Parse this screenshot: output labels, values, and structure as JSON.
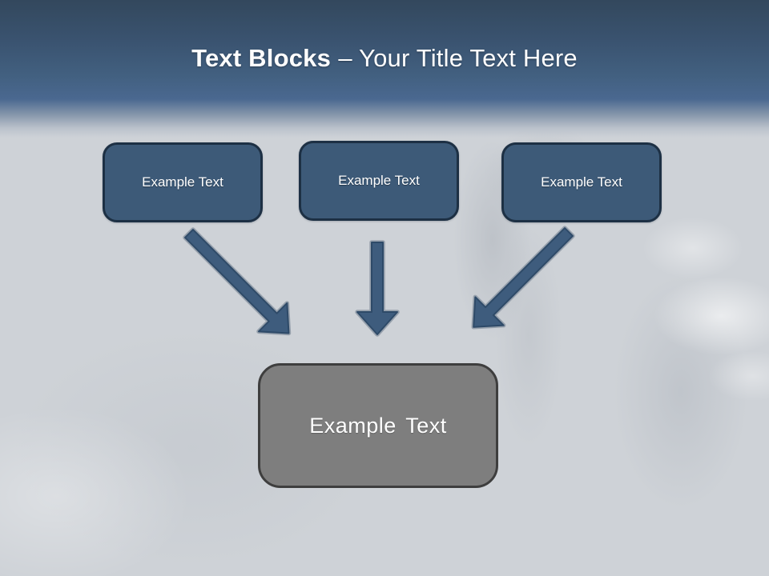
{
  "slide": {
    "title": {
      "bold": "Text Blocks",
      "rest": "– Your Title Text Here"
    },
    "blocks": [
      {
        "label": "Example Text"
      },
      {
        "label": "Example Text"
      },
      {
        "label": "Example Text"
      }
    ],
    "result_block": {
      "label": "Example Text"
    },
    "arrows": [
      {
        "icon": "down-right-arrow-icon"
      },
      {
        "icon": "down-arrow-icon"
      },
      {
        "icon": "down-left-arrow-icon"
      }
    ],
    "colors": {
      "header_top": "#33485d",
      "header_bottom": "#4a6890",
      "block_fill": "#3d5a78",
      "block_border": "#1d3044",
      "arrow_fill": "#3e5c7d",
      "arrow_outline": "#2e4a68",
      "result_fill": "#7e7e7e",
      "result_border": "#3e3e3e",
      "background": "#ced2d7",
      "text": "#ffffff"
    }
  }
}
